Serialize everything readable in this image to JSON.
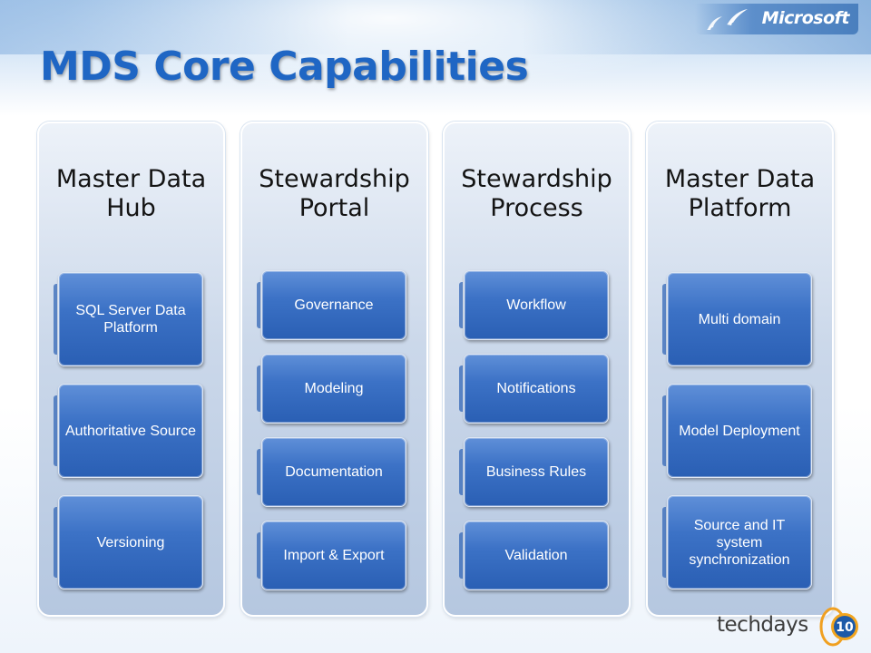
{
  "slide": {
    "title": "MDS Core Capabilities",
    "brand": "Microsoft",
    "event_logo": {
      "word": "techdays",
      "number": "10"
    },
    "colors": {
      "title": "#1f66c4",
      "box": "#3c72c6",
      "column": "#cbd8ea"
    }
  },
  "columns": [
    {
      "title": "Master Data Hub",
      "items": [
        "SQL Server Data Platform",
        "Authoritative Source",
        "Versioning"
      ]
    },
    {
      "title": "Stewardship Portal",
      "items": [
        "Governance",
        "Modeling",
        "Documentation",
        "Import & Export"
      ]
    },
    {
      "title": "Stewardship Process",
      "items": [
        "Workflow",
        "Notifications",
        "Business Rules",
        "Validation"
      ]
    },
    {
      "title": "Master Data Platform",
      "items": [
        "Multi domain",
        "Model Deployment",
        "Source and IT system synchronization"
      ]
    }
  ]
}
